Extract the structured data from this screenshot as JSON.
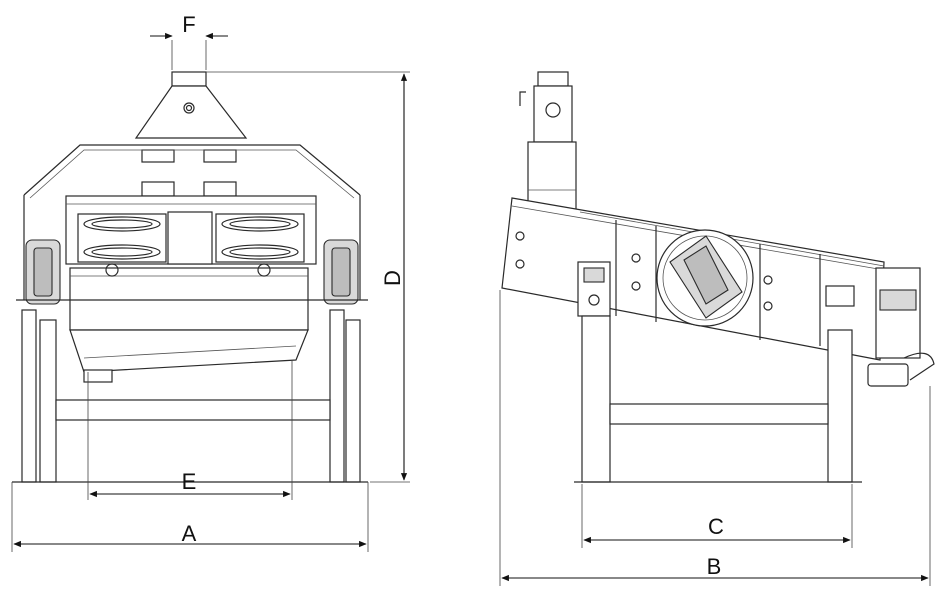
{
  "dimensions": {
    "A": "A",
    "B": "B",
    "C": "C",
    "D": "D",
    "E": "E",
    "F": "F"
  },
  "colors": {
    "line": "#2a2a2a",
    "shade": "#d9d9d9",
    "dark_shade": "#bdbdbd",
    "background": "#ffffff"
  }
}
